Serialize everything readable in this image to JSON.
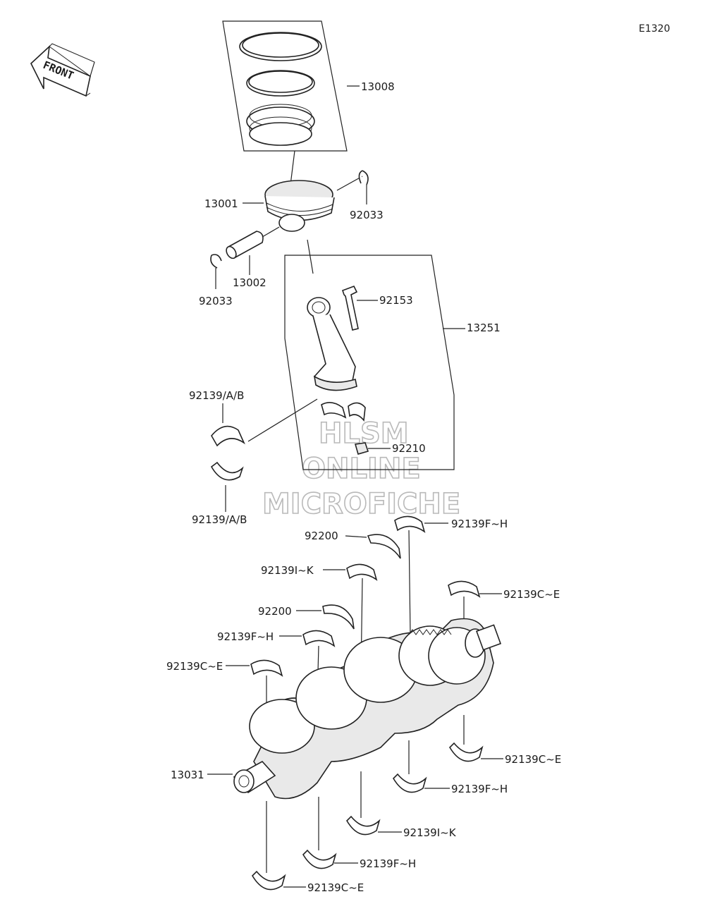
{
  "diagram_code": "E1320",
  "front_label": "FRONT",
  "watermark": [
    "HLSM",
    "ONLINE",
    "MICROFICHE"
  ],
  "parts": {
    "piston_ring_set": "13008",
    "piston": "13001",
    "circlip_right": "92033",
    "piston_pin": "13002",
    "circlip_left": "92033",
    "conrod_bolt": "92153",
    "connecting_rod": "13251",
    "conrod_bearing_upper": "92139/A/B",
    "conrod_bearing_lower": "92139/A/B",
    "conrod_nut": "92210",
    "thrust_washer_top": "92200",
    "thrust_washer_mid": "92200",
    "main_bearing_fh_top": "92139F~H",
    "main_bearing_ik_top": "92139I~K",
    "main_bearing_ce_right_top": "92139C~E",
    "main_bearing_fh_left": "92139F~H",
    "main_bearing_ce_left": "92139C~E",
    "crankshaft": "13031",
    "main_bearing_ce_right_bottom": "92139C~E",
    "main_bearing_fh_bottom_right": "92139F~H",
    "main_bearing_ik_bottom": "92139I~K",
    "main_bearing_fh_bottom": "92139F~H",
    "main_bearing_ce_bottom": "92139C~E"
  }
}
